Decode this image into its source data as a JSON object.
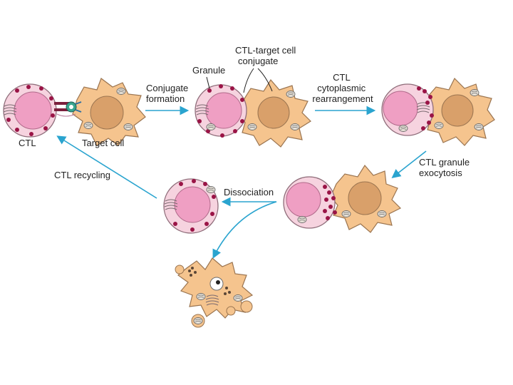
{
  "labels": {
    "ctl": "CTL",
    "target_cell": "Target cell",
    "granule": "Granule",
    "conjugate_line1": "CTL-target cell",
    "conjugate_line2": "conjugate",
    "formation_line1": "Conjugate",
    "formation_line2": "formation",
    "rearr_line1": "CTL",
    "rearr_line2": "cytoplasmic",
    "rearr_line3": "rearrangement",
    "exo_line1": "CTL granule",
    "exo_line2": "exocytosis",
    "dissociation": "Dissociation",
    "recycling": "CTL recycling"
  },
  "colors": {
    "arrow": "#2aa4cf",
    "ctl_fill": "#f6d3df",
    "ctl_stroke": "#8f6d7a",
    "nucleus_fill": "#ef9fc3",
    "granule": "#9a1446",
    "target_fill": "#f5c48e",
    "target_stroke": "#9a7450",
    "target_nucleus": "#d9a06a"
  }
}
